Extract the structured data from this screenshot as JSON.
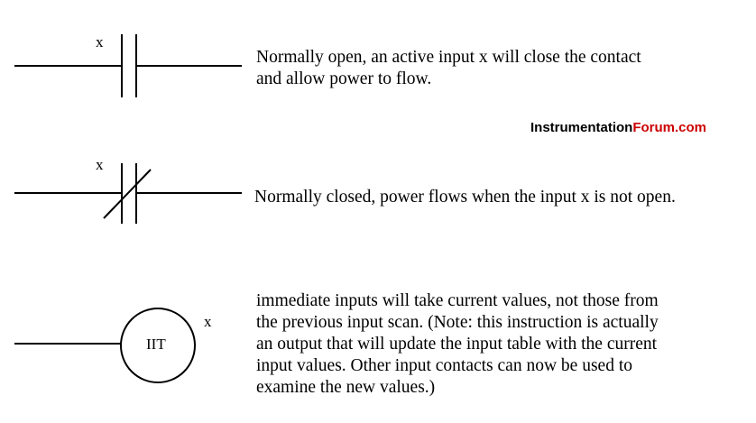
{
  "colors": {
    "watermark_dark": "#000000",
    "watermark_accent": "#cc0000"
  },
  "no_contact": {
    "label": "x",
    "description": "Normally open, an active input x will close the contact\nand allow power to flow."
  },
  "nc_contact": {
    "label": "x",
    "description": "Normally closed, power flows when the input x is not open."
  },
  "immediate_input": {
    "coil_text": "IIT",
    "label": "x",
    "description": "immediate inputs will take current values, not those from\nthe previous input scan. (Note: this instruction is actually\nan output that will update the input table with the current\ninput values. Other input contacts can now be used to\nexamine the new values.)"
  },
  "watermark": {
    "part1": "Instrumentation",
    "part2": "Forum.com"
  }
}
